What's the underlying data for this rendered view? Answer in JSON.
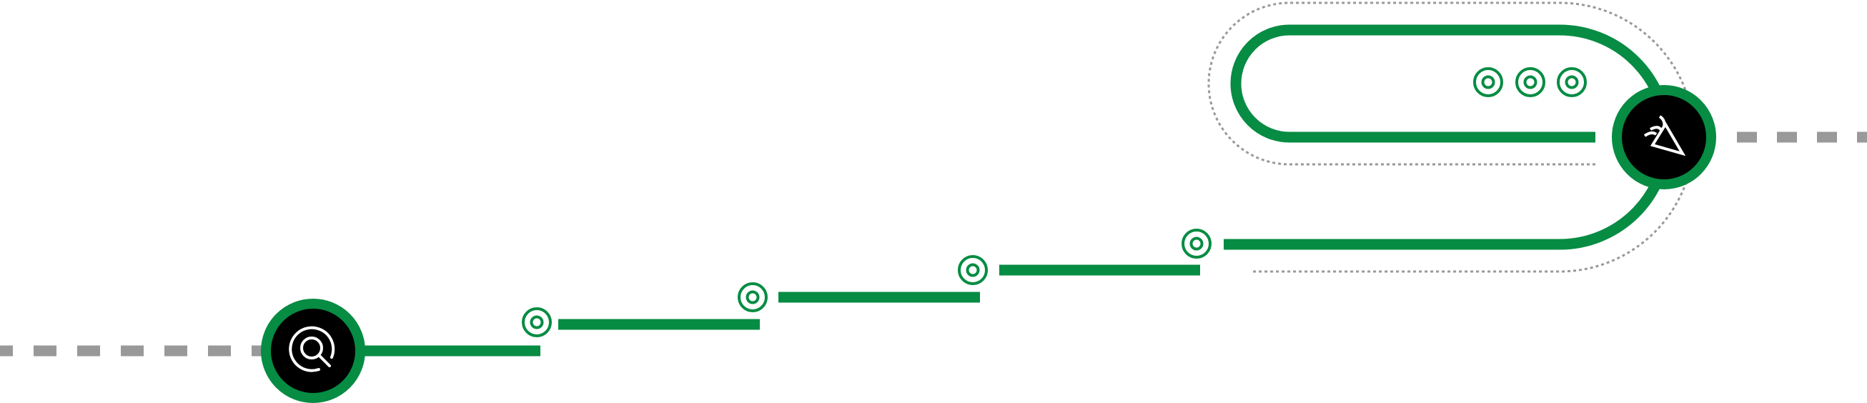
{
  "colors": {
    "accent": "#078c43",
    "node_fill": "#000000",
    "icon": "#ffffff",
    "connector": "#999999",
    "outline": "#999999",
    "background": "#ffffff"
  },
  "nodes": [
    {
      "id": "start",
      "icon": "search-target-icon"
    },
    {
      "id": "end",
      "icon": "party-popper-icon"
    }
  ],
  "milestones": {
    "path_markers": 4,
    "loop_markers": 3,
    "marker_icon": "target-icon"
  }
}
